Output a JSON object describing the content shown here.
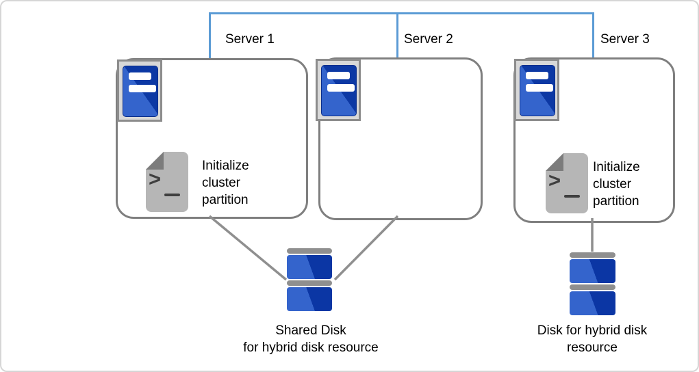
{
  "colors": {
    "network_link_blue": "#5B9BD5",
    "box_border_gray": "#7F7F7F",
    "connector_gray": "#8F8F8F",
    "server_blue_light": "#3464CC",
    "server_blue_dark": "#0C38A4",
    "icon_frame_fill": "#D8D8D8",
    "icon_frame_border": "#8C8C8C",
    "document_gray": "#B6B6B6",
    "document_fold_gray": "#7C7C7C",
    "text_color": "#000000"
  },
  "servers": [
    {
      "label": "Server 1",
      "script_lines": [
        "Initialize",
        "cluster",
        "partition"
      ]
    },
    {
      "label": "Server 2"
    },
    {
      "label": "Server 3",
      "script_lines": [
        "Initialize",
        "cluster",
        "partition"
      ]
    }
  ],
  "disks": {
    "shared": {
      "lines": [
        "Shared Disk",
        "for hybrid disk resource"
      ]
    },
    "hybrid": {
      "lines": [
        "Disk for hybrid disk",
        "resource"
      ]
    }
  },
  "icons": {
    "server_icon": "server-tower",
    "script_icon": "script-file",
    "disk_icon": "disk-stack",
    "prompt_glyph": ">"
  }
}
